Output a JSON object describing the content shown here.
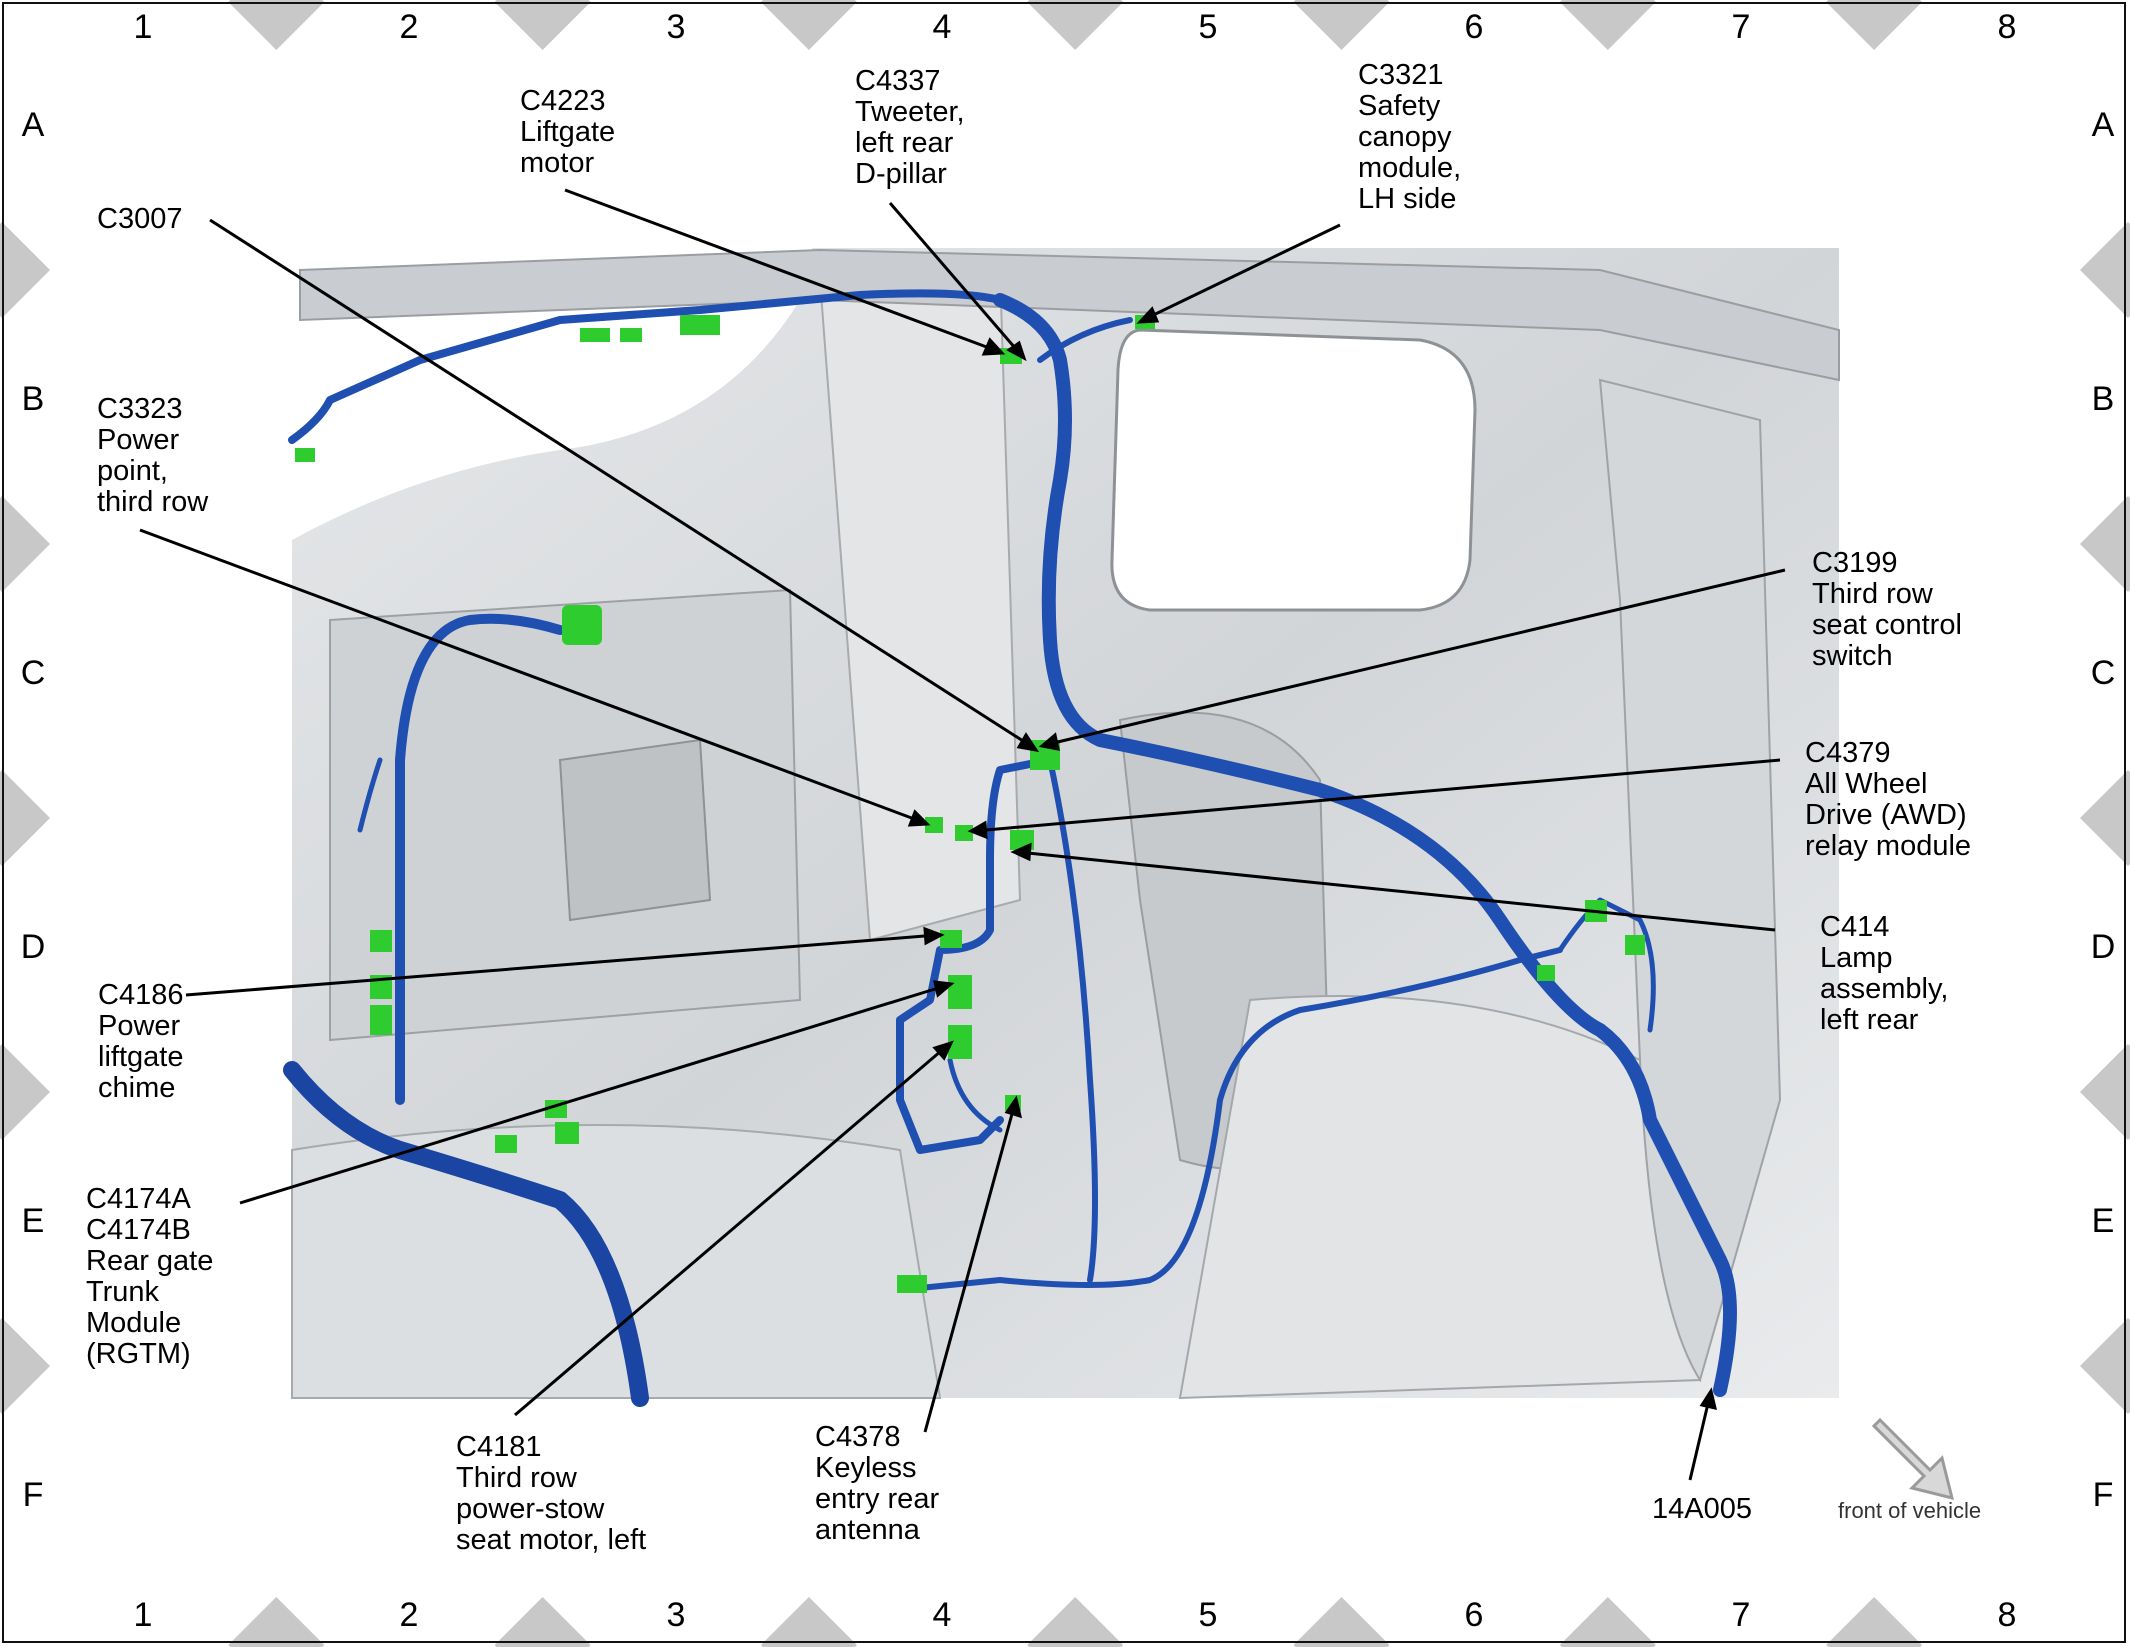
{
  "grid": {
    "columns": [
      "1",
      "2",
      "3",
      "4",
      "5",
      "6",
      "7",
      "8"
    ],
    "rows": [
      "A",
      "B",
      "C",
      "D",
      "E",
      "F"
    ]
  },
  "callouts": [
    {
      "id": "c4223",
      "lines": [
        "C4223",
        "Liftgate",
        "motor"
      ]
    },
    {
      "id": "c4337",
      "lines": [
        "C4337",
        "Tweeter,",
        "left rear",
        "D-pillar"
      ]
    },
    {
      "id": "c3321",
      "lines": [
        "C3321",
        "Safety",
        "canopy",
        "module,",
        "LH side"
      ]
    },
    {
      "id": "c3007",
      "lines": [
        "C3007"
      ]
    },
    {
      "id": "c3323",
      "lines": [
        "C3323",
        "Power",
        "point,",
        "third row"
      ]
    },
    {
      "id": "c3199",
      "lines": [
        "C3199",
        "Third row",
        "seat control",
        "switch"
      ]
    },
    {
      "id": "c4379",
      "lines": [
        "C4379",
        "All Wheel",
        "Drive (AWD)",
        "relay module"
      ]
    },
    {
      "id": "c414",
      "lines": [
        "C414",
        "Lamp",
        "assembly,",
        "left rear"
      ]
    },
    {
      "id": "c4186",
      "lines": [
        "C4186",
        "Power",
        "liftgate",
        "chime"
      ]
    },
    {
      "id": "c4174",
      "lines": [
        "C4174A",
        "C4174B",
        "Rear gate",
        "Trunk",
        "Module",
        "(RGTM)"
      ]
    },
    {
      "id": "c4181",
      "lines": [
        "C4181",
        "Third row",
        "power-stow",
        "seat motor, left"
      ]
    },
    {
      "id": "c4378",
      "lines": [
        "C4378",
        "Keyless",
        "entry rear",
        "antenna"
      ]
    },
    {
      "id": "h14a005",
      "lines": [
        "14A005"
      ]
    }
  ],
  "orientation_label": "front of vehicle",
  "colors": {
    "harness": "#1f4fb0",
    "harness_dark": "#0d2a78",
    "connector": "#2ecc2e",
    "body": "#d9dcdf",
    "border": "#111111",
    "diamond": "#c8c8c8"
  }
}
